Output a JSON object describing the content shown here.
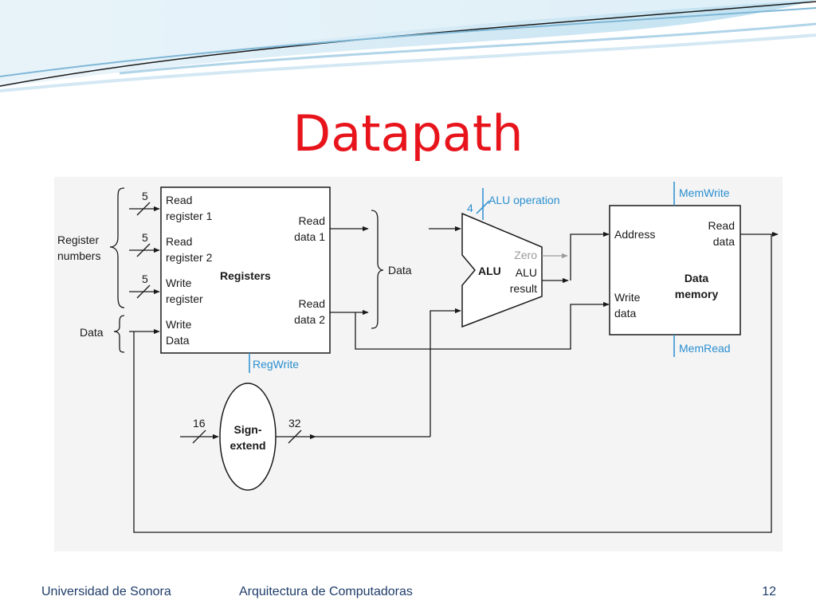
{
  "slide": {
    "title": "Datapath"
  },
  "footer": {
    "institution": "Universidad de Sonora",
    "course": "Arquitectura de Computadoras",
    "page": "12"
  },
  "diagram": {
    "groups": {
      "register_numbers_line1": "Register",
      "register_numbers_line2": "numbers",
      "data_left": "Data",
      "data_middle": "Data"
    },
    "bus_widths": {
      "read1": "5",
      "read2": "5",
      "write": "5",
      "alu_op": "4",
      "sign_in": "16",
      "sign_out": "32"
    },
    "registers": {
      "name": "Registers",
      "read_register_1": [
        "Read",
        "register 1"
      ],
      "read_register_2": [
        "Read",
        "register 2"
      ],
      "write_register": [
        "Write",
        "register"
      ],
      "write_data": [
        "Write",
        "Data"
      ],
      "read_data_1": [
        "Read",
        "data 1"
      ],
      "read_data_2": [
        "Read",
        "data 2"
      ]
    },
    "alu": {
      "name": "ALU",
      "zero": "Zero",
      "result": [
        "ALU",
        "result"
      ]
    },
    "data_memory": {
      "name": [
        "Data",
        "memory"
      ],
      "address": "Address",
      "write_data": [
        "Write",
        "data"
      ],
      "read_data": [
        "Read",
        "data"
      ]
    },
    "sign_extend": {
      "name": [
        "Sign-",
        "extend"
      ]
    },
    "control_signals": {
      "alu_operation": "ALU operation",
      "mem_write": "MemWrite",
      "mem_read": "MemRead",
      "reg_write": "RegWrite"
    },
    "colors": {
      "title": "#e8141c",
      "control": "#2a8fd0",
      "footer": "#1f3d6a",
      "line": "#1a1a1a"
    }
  }
}
